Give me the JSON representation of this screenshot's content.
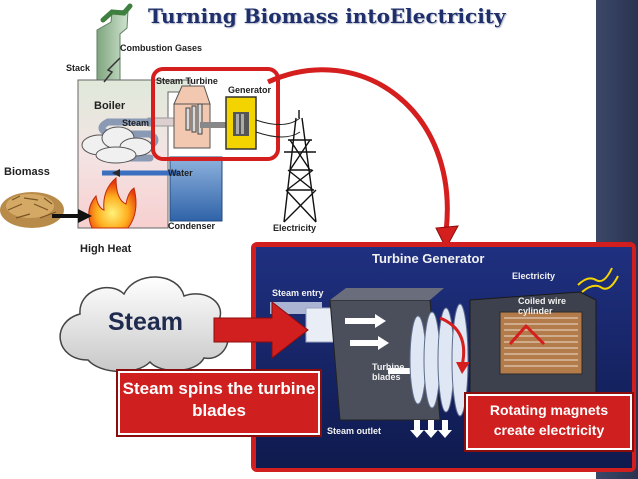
{
  "slide": {
    "title": "Turning Biomass intoElectricity"
  },
  "plant_labels": {
    "stack": "Stack",
    "combustion_gases": "Combustion Gases",
    "boiler": "Boiler",
    "steam": "Steam",
    "steam_turbine": "Steam Turbine",
    "generator": "Generator",
    "water": "Water",
    "condenser": "Condenser",
    "electricity": "Electricity",
    "biomass": "Biomass",
    "high_heat": "High Heat"
  },
  "turbine_labels": {
    "title": "Turbine Generator",
    "electricity": "Electricity",
    "steam_entry": "Steam entry",
    "coiled_wire_cylinder": "Coiled wire cylinder",
    "turbine_blades": "Turbine blades",
    "steam_outlet": "Steam outlet"
  },
  "callouts": {
    "steam_cloud": "Steam",
    "steam_spins": "Steam spins the turbine blades",
    "rotating_magnets": "Rotating magnets create electricity"
  },
  "colors": {
    "navy_panel": "#1b2a6e",
    "accent_red": "#d11f1f",
    "slate_bar": "#34405e"
  }
}
